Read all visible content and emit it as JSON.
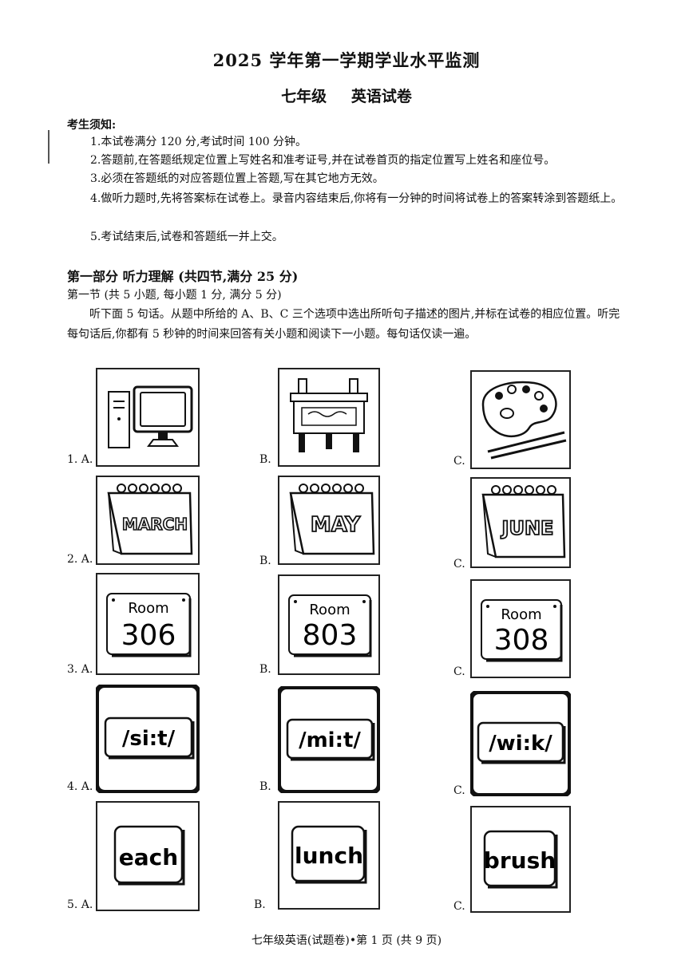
{
  "header": {
    "title": "2025 学年第一学期学业水平监测",
    "grade": "七年级",
    "subject": "英语试卷"
  },
  "notice": {
    "heading": "考生须知:",
    "items": [
      "1.本试卷满分 120 分,考试时间 100 分钟。",
      "2.答题前,在答题纸规定位置上写姓名和准考证号,并在试卷首页的指定位置写上姓名和座位号。",
      "3.必须在答题纸的对应答题位置上答题,写在其它地方无效。",
      "4.做听力题时,先将答案标在试卷上。录音内容结束后,你将有一分钟的时间将试卷上的答案转涂到答题纸上。",
      "5.考试结束后,试卷和答题纸一并上交。"
    ]
  },
  "part1": {
    "heading": "第一部分  听力理解 (共四节,满分 25 分)",
    "section1_heading": "第一节 (共 5 小题, 每小题 1 分, 满分 5 分)",
    "instructions": "听下面 5 句话。从题中所给的 A、B、C 三个选项中选出所听句子描述的图片,并标在试卷的相应位置。听完每句话后,你都有 5 秒钟的时间来回答有关小题和阅读下一小题。每句话仅读一遍。"
  },
  "questions": [
    {
      "options": [
        {
          "label": "1. A.",
          "icon": "computer-icon"
        },
        {
          "label": "B.",
          "icon": "bronze-ding-icon"
        },
        {
          "label": "C.",
          "icon": "paint-palette-icon"
        }
      ]
    },
    {
      "options": [
        {
          "label": "2. A.",
          "icon": "calendar-icon",
          "text": "MARCH"
        },
        {
          "label": "B.",
          "icon": "calendar-icon",
          "text": "MAY"
        },
        {
          "label": "C.",
          "icon": "calendar-icon",
          "text": "JUNE"
        }
      ]
    },
    {
      "options": [
        {
          "label": "3. A.",
          "icon": "room-sign-icon",
          "word": "Room",
          "number": "306"
        },
        {
          "label": "B.",
          "icon": "room-sign-icon",
          "word": "Room",
          "number": "803"
        },
        {
          "label": "C.",
          "icon": "room-sign-icon",
          "word": "Room",
          "number": "308"
        }
      ]
    },
    {
      "options": [
        {
          "label": "4. A.",
          "icon": "phonetic-card-icon",
          "text": "/si:t/"
        },
        {
          "label": "B.",
          "icon": "phonetic-card-icon",
          "text": "/mi:t/"
        },
        {
          "label": "C.",
          "icon": "phonetic-card-icon",
          "text": "/wi:k/"
        }
      ]
    },
    {
      "options": [
        {
          "label": "5. A.",
          "icon": "word-card-icon",
          "text": "each"
        },
        {
          "label": "B.",
          "icon": "word-card-icon",
          "text": "lunch"
        },
        {
          "label": "C.",
          "icon": "word-card-icon",
          "text": "brush"
        }
      ]
    }
  ],
  "footer": "七年级英语(试题卷)•第 1 页 (共 9 页)"
}
